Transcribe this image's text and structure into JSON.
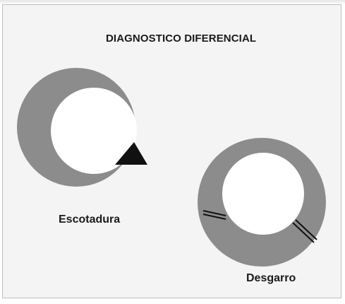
{
  "title": "DIAGNOSTICO DIFERENCIAL",
  "figures": [
    {
      "name": "escotadura",
      "label": "Escotadura"
    },
    {
      "name": "desgarro",
      "label": "Desgarro"
    }
  ],
  "colors": {
    "ring": "#8c8c8c",
    "hole": "#ffffff",
    "notch": "#111111",
    "panel": "#f4f4f4",
    "text": "#1a1a1a"
  }
}
